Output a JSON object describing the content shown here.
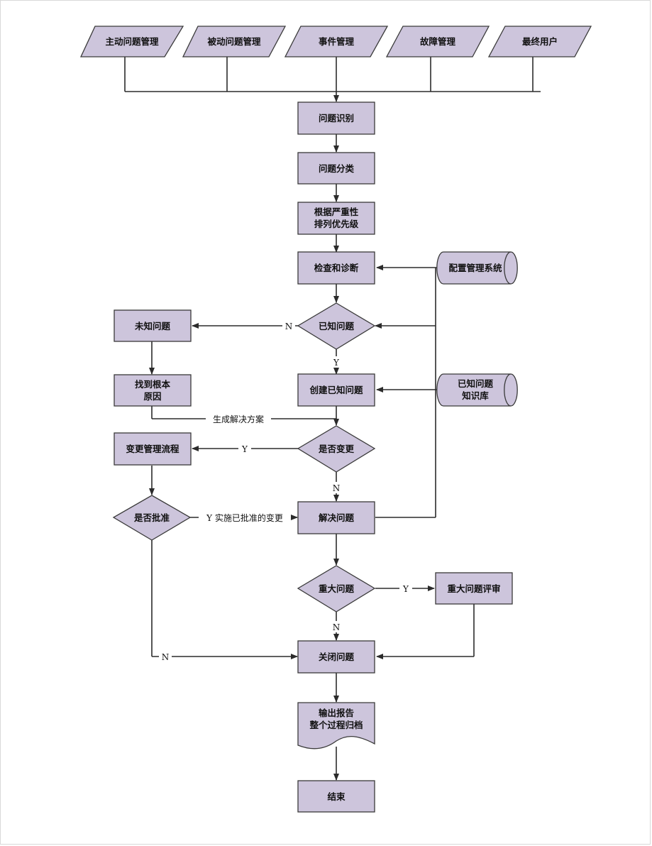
{
  "sources": {
    "proactive": "主动问题管理",
    "reactive": "被动问题管理",
    "incident": "事件管理",
    "fault": "故障管理",
    "end_user": "最终用户"
  },
  "steps": {
    "identify": "问题识别",
    "classify": "问题分类",
    "prioritize_1": "根据严重性",
    "prioritize_2": "排列优先级",
    "diagnose": "检查和诊断",
    "known_problem": "已知问题",
    "unknown_problem": "未知问题",
    "find_root_1": "找到根本",
    "find_root_2": "原因",
    "create_known": "创建已知问题",
    "need_change": "是否变更",
    "change_process": "变更管理流程",
    "approved": "是否批准",
    "resolve": "解决问题",
    "major_problem": "重大问题",
    "major_review": "重大问题评审",
    "close": "关闭问题",
    "report_1": "输出报告",
    "report_2": "整个过程归档",
    "end": "结束"
  },
  "databases": {
    "cmdb": "配置管理系统",
    "kedb_1": "已知问题",
    "kedb_2": "知识库"
  },
  "edge_labels": {
    "known_no": "N",
    "known_yes": "Y",
    "solution": "生成解决方案",
    "change_yes": "Y",
    "change_no": "N",
    "approved_yes": "Y 实施已批准的变更",
    "approved_no": "N",
    "major_yes": "Y",
    "major_no": "N"
  },
  "colors": {
    "node_fill": "#cdc5dc",
    "stroke": "#2b2b2b"
  }
}
